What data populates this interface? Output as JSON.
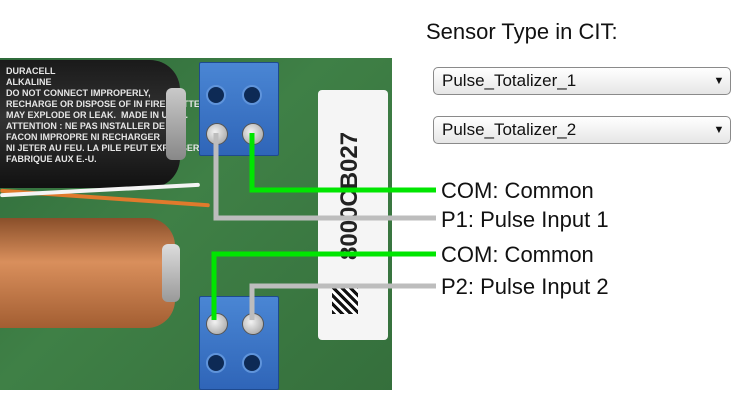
{
  "heading": "Sensor Type in CIT:",
  "dropdowns": [
    {
      "value": "Pulse_Totalizer_1"
    },
    {
      "value": "Pulse_Totalizer_2"
    }
  ],
  "callouts": [
    {
      "label": "COM: Common",
      "color": "#00e600"
    },
    {
      "label": "P1: Pulse Input 1",
      "color": "#bdbdbd"
    },
    {
      "label": "COM: Common",
      "color": "#00e600"
    },
    {
      "label": "P2: Pulse Input 2",
      "color": "#bdbdbd"
    }
  ],
  "photo": {
    "battery_text": "DURACELL\nALKALINE\nDO NOT CONNECT IMPROPERLY,\nRECHARGE OR DISPOSE OF IN FIRE. BATTERY\nMAY EXPLODE OR LEAK.  MADE IN U.S.A.\nATTENTION : NE PAS INSTALLER DE\nFACON IMPROPRE NI RECHARGER\nNI JETER AU FEU. LA PILE PEUT EXPLOSER OU\nFABRIQUE AUX E.-U.",
    "sticker_id": "8000CB027"
  }
}
